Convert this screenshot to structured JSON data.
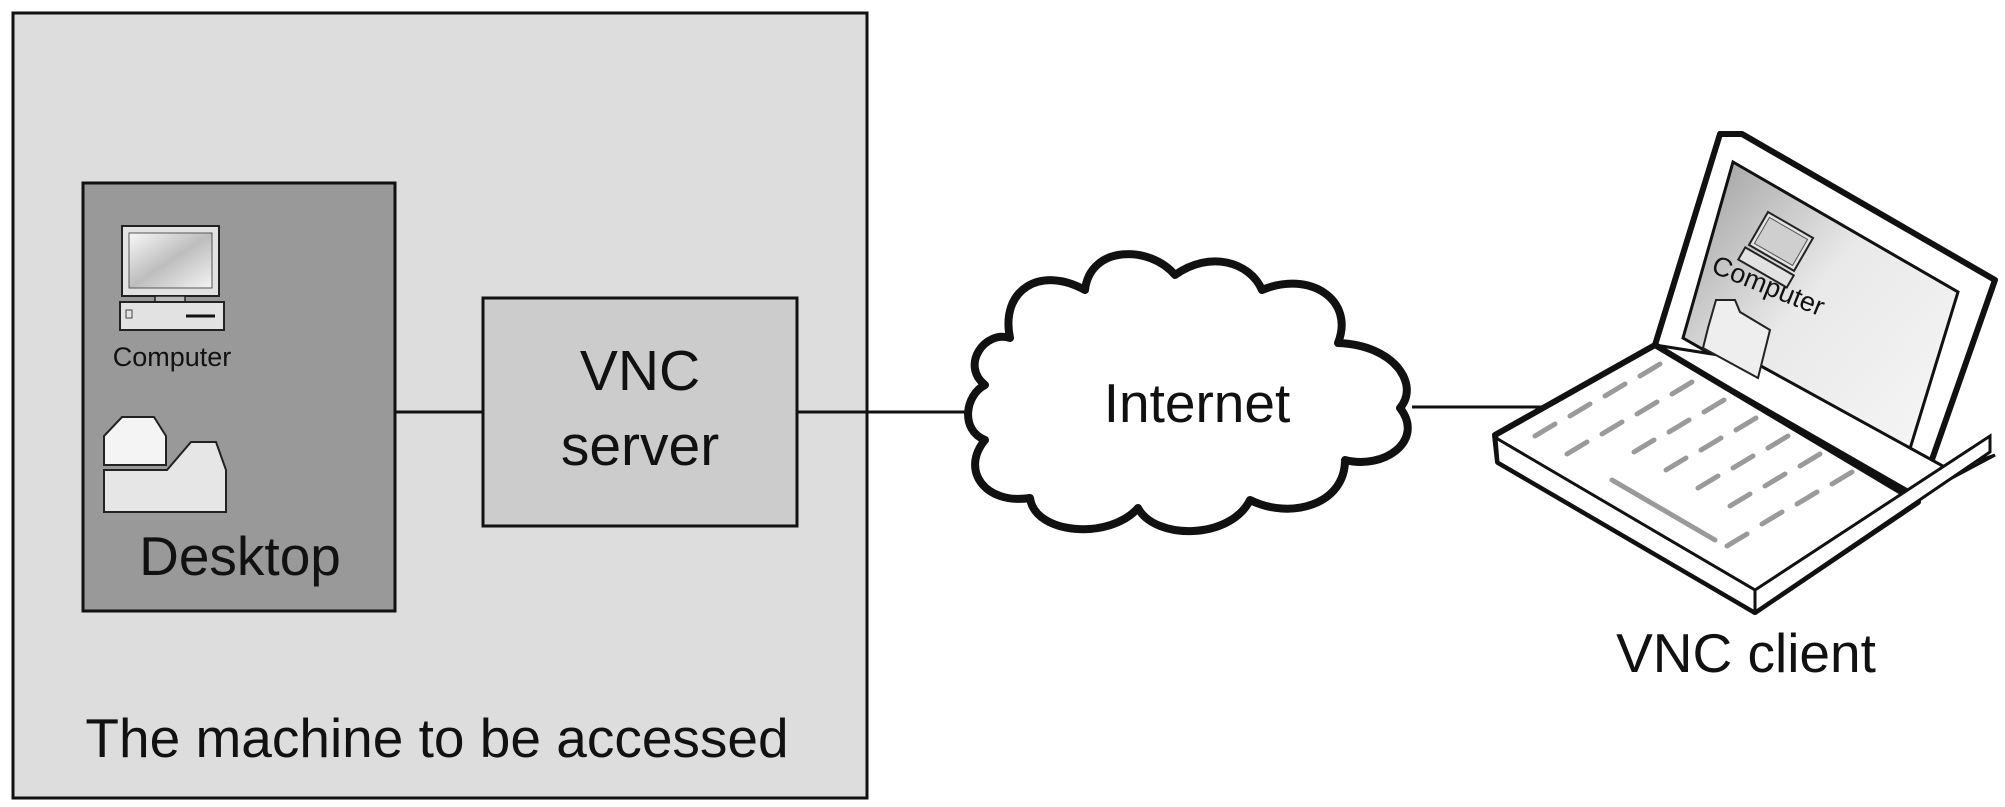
{
  "machine": {
    "caption": "The machine to be accessed"
  },
  "desktop": {
    "label": "Desktop",
    "computer_label": "Computer",
    "icons": [
      "computer-icon",
      "folder-icon"
    ]
  },
  "vnc_server": {
    "line1": "VNC",
    "line2": "server"
  },
  "internet": {
    "label": "Internet",
    "icon": "cloud-icon"
  },
  "vnc_client": {
    "label": "VNC client",
    "screen_label": "Computer",
    "icon": "laptop-icon"
  },
  "colors": {
    "machine_fill": "#dddddd",
    "desktop_fill": "#999999",
    "server_fill": "#cccccc",
    "stroke": "#111111"
  }
}
